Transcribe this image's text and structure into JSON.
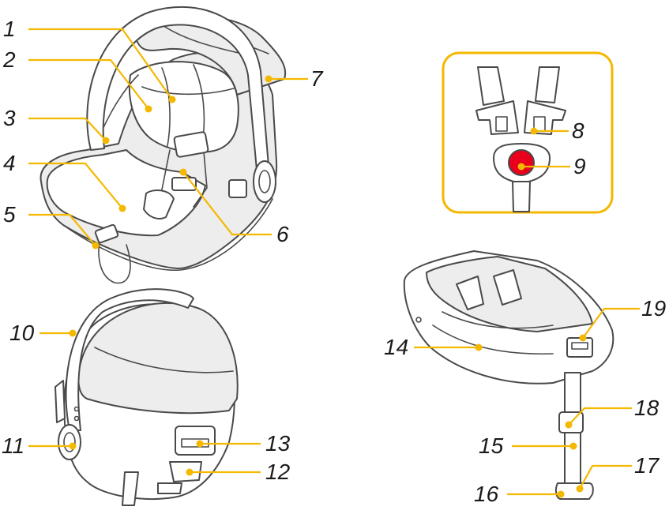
{
  "colors": {
    "leader": "#f5b800",
    "outline": "#4a4a4a",
    "shade": "#ededed",
    "button": "#e8001c"
  },
  "callouts": {
    "c1": "1",
    "c2": "2",
    "c3": "3",
    "c4": "4",
    "c5": "5",
    "c6": "6",
    "c7": "7",
    "c8": "8",
    "c9": "9",
    "c10": "10",
    "c11": "11",
    "c12": "12",
    "c13": "13",
    "c14": "14",
    "c15": "15",
    "c16": "16",
    "c17": "17",
    "c18": "18",
    "c19": "19"
  },
  "icons": {
    "detail_panel": "harness-buckle-detail",
    "seat_front": "infant-car-seat-front",
    "seat_rear": "infant-car-seat-rear",
    "base": "isofix-base"
  }
}
